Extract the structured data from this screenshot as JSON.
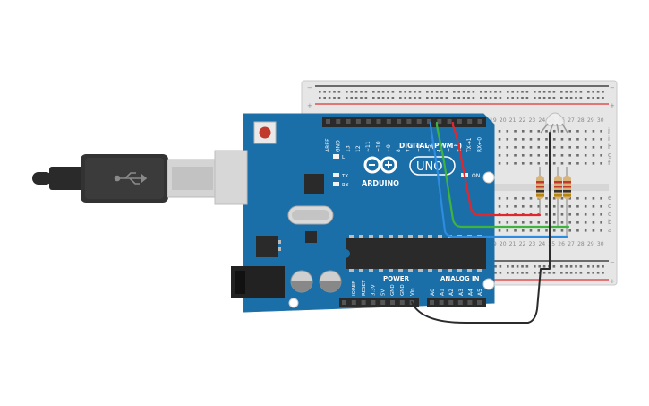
{
  "board": {
    "brand": "ARDUINO",
    "model": "UNO",
    "digital_label": "DIGITAL (PWM~)",
    "power_label": "POWER",
    "analog_label": "ANALOG IN",
    "on_label": "ON",
    "l_label": "L",
    "tx_label": "TX",
    "rx_label": "RX",
    "digital_pins": [
      "AREF",
      "GND",
      "13",
      "12",
      "~11",
      "~10",
      "~9",
      "8",
      "7",
      "~6",
      "~5",
      "4",
      "~3",
      "2",
      "TX→1",
      "RX←0"
    ],
    "power_pins": [
      "IOREF",
      "RESET",
      "3.3V",
      "5V",
      "GND",
      "GND",
      "Vin"
    ],
    "analog_pins": [
      "A0",
      "A1",
      "A2",
      "A3",
      "A4",
      "A5"
    ]
  },
  "breadboard": {
    "plus": "+",
    "minus": "−",
    "row_letters_top": [
      "j",
      "i",
      "h",
      "g",
      "f"
    ],
    "row_letters_bottom": [
      "e",
      "d",
      "c",
      "b",
      "a"
    ],
    "col_numbers": [
      "19",
      "20",
      "21",
      "22",
      "23",
      "24",
      "25",
      "26",
      "27",
      "28",
      "29",
      "30"
    ]
  },
  "colors": {
    "board": "#1b6fa8",
    "wire_red": "#e3262e",
    "wire_green": "#3fb33f",
    "wire_blue": "#2d8ce0",
    "wire_black": "#2b2b2b",
    "breadboard": "#e8e8e8"
  },
  "icons": [
    "usb-cable",
    "usb-icon",
    "arduino-logo-icon",
    "reset-button",
    "rgb-led",
    "resistor"
  ]
}
